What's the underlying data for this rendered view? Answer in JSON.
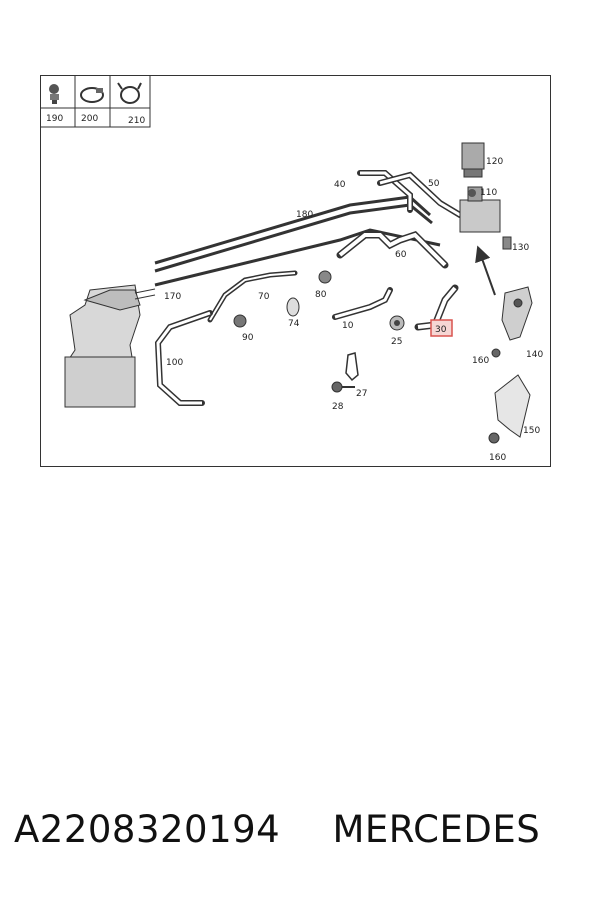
{
  "legend_parts": [
    {
      "number": "190",
      "icon": "push-clip-icon"
    },
    {
      "number": "200",
      "icon": "hose-clamp-icon"
    },
    {
      "number": "210",
      "icon": "spring-clip-icon"
    }
  ],
  "callouts": {
    "p120": "120",
    "p110": "110",
    "p130": "130",
    "p40": "40",
    "p50": "50",
    "p180": "180",
    "p60": "60",
    "p170": "170",
    "p70": "70",
    "p80": "80",
    "p74": "74",
    "p90": "90",
    "p10": "10",
    "p25": "25",
    "p30": "30",
    "p100": "100",
    "p140": "140",
    "p160a": "160",
    "p27": "27",
    "p28": "28",
    "p150": "150",
    "p160b": "160"
  },
  "highlight": {
    "part": "30",
    "color": "#d9534f"
  },
  "caption": {
    "part_number": "A2208320194",
    "brand": "MERCEDES"
  }
}
